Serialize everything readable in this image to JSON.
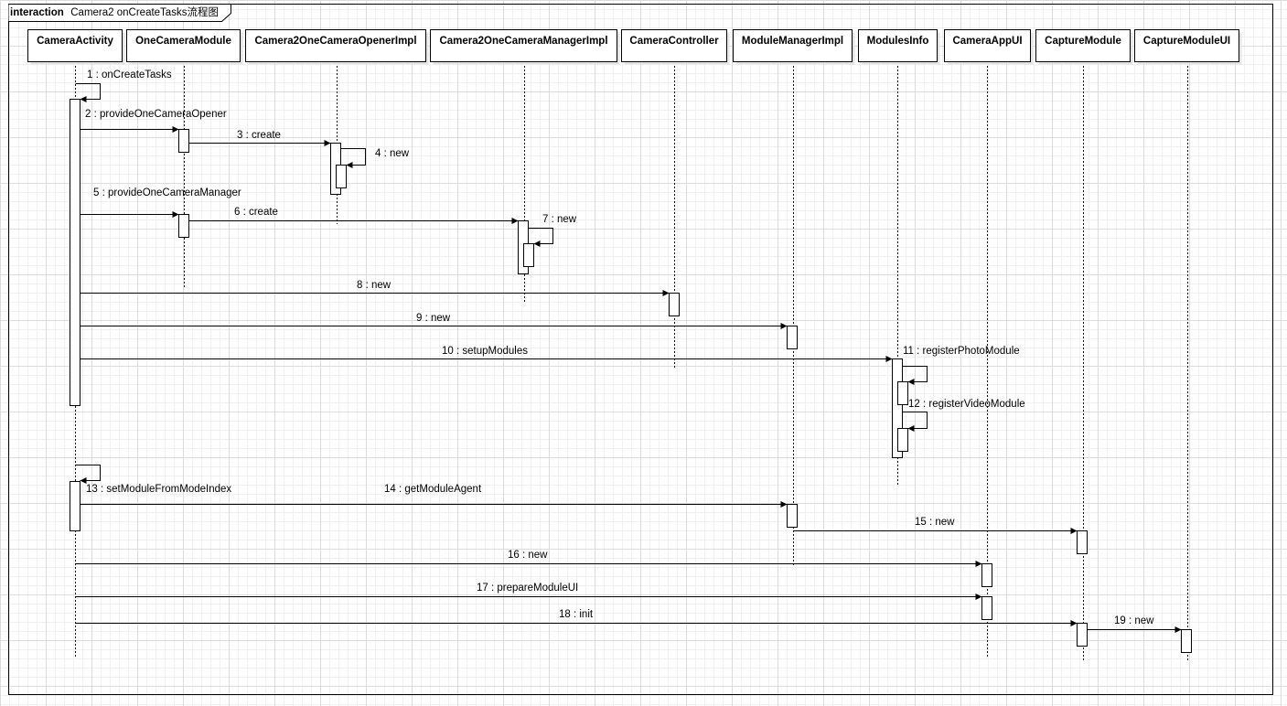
{
  "frame": {
    "keyword": "interaction",
    "name": "Camera2 onCreateTasks流程图"
  },
  "lifelines": [
    {
      "id": "ca",
      "name": "CameraActivity"
    },
    {
      "id": "ocm",
      "name": "OneCameraModule"
    },
    {
      "id": "c2op",
      "name": "Camera2OneCameraOpenerImpl"
    },
    {
      "id": "c2mg",
      "name": "Camera2OneCameraManagerImpl"
    },
    {
      "id": "cc",
      "name": "CameraController"
    },
    {
      "id": "mmi",
      "name": "ModuleManagerImpl"
    },
    {
      "id": "mi",
      "name": "ModulesInfo"
    },
    {
      "id": "cui",
      "name": "CameraAppUI"
    },
    {
      "id": "cm",
      "name": "CaptureModule"
    },
    {
      "id": "cmui",
      "name": "CaptureModuleUI"
    }
  ],
  "messages": [
    {
      "label": "1 : onCreateTasks",
      "from": "ca",
      "to": "ca",
      "self": true
    },
    {
      "label": "2 : provideOneCameraOpener",
      "from": "ca",
      "to": "ocm"
    },
    {
      "label": "3 : create",
      "from": "ocm",
      "to": "c2op"
    },
    {
      "label": "4 : new",
      "from": "c2op",
      "to": "c2op",
      "self": true
    },
    {
      "label": "5 : provideOneCameraManager",
      "from": "ca",
      "to": "ocm"
    },
    {
      "label": "6 : create",
      "from": "ocm",
      "to": "c2mg"
    },
    {
      "label": "7 : new",
      "from": "c2mg",
      "to": "c2mg",
      "self": true
    },
    {
      "label": "8 : new",
      "from": "ca",
      "to": "cc"
    },
    {
      "label": "9 : new",
      "from": "ca",
      "to": "mmi"
    },
    {
      "label": "10 : setupModules",
      "from": "ca",
      "to": "mi"
    },
    {
      "label": "11 : registerPhotoModule",
      "from": "mi",
      "to": "mi",
      "self": true
    },
    {
      "label": "12 : registerVideoModule",
      "from": "mi",
      "to": "mi",
      "self": true
    },
    {
      "label": "13 : setModuleFromModeIndex",
      "from": "ca",
      "to": "ca",
      "self": true
    },
    {
      "label": "14 : getModuleAgent",
      "from": "ca",
      "to": "mmi"
    },
    {
      "label": "15 : new",
      "from": "mmi",
      "to": "cm"
    },
    {
      "label": "16 : new",
      "from": "ca",
      "to": "cui"
    },
    {
      "label": "17 : prepareModuleUI",
      "from": "ca",
      "to": "cui"
    },
    {
      "label": "18 : init",
      "from": "ca",
      "to": "cm"
    },
    {
      "label": "19 : new",
      "from": "cm",
      "to": "cmui"
    }
  ]
}
